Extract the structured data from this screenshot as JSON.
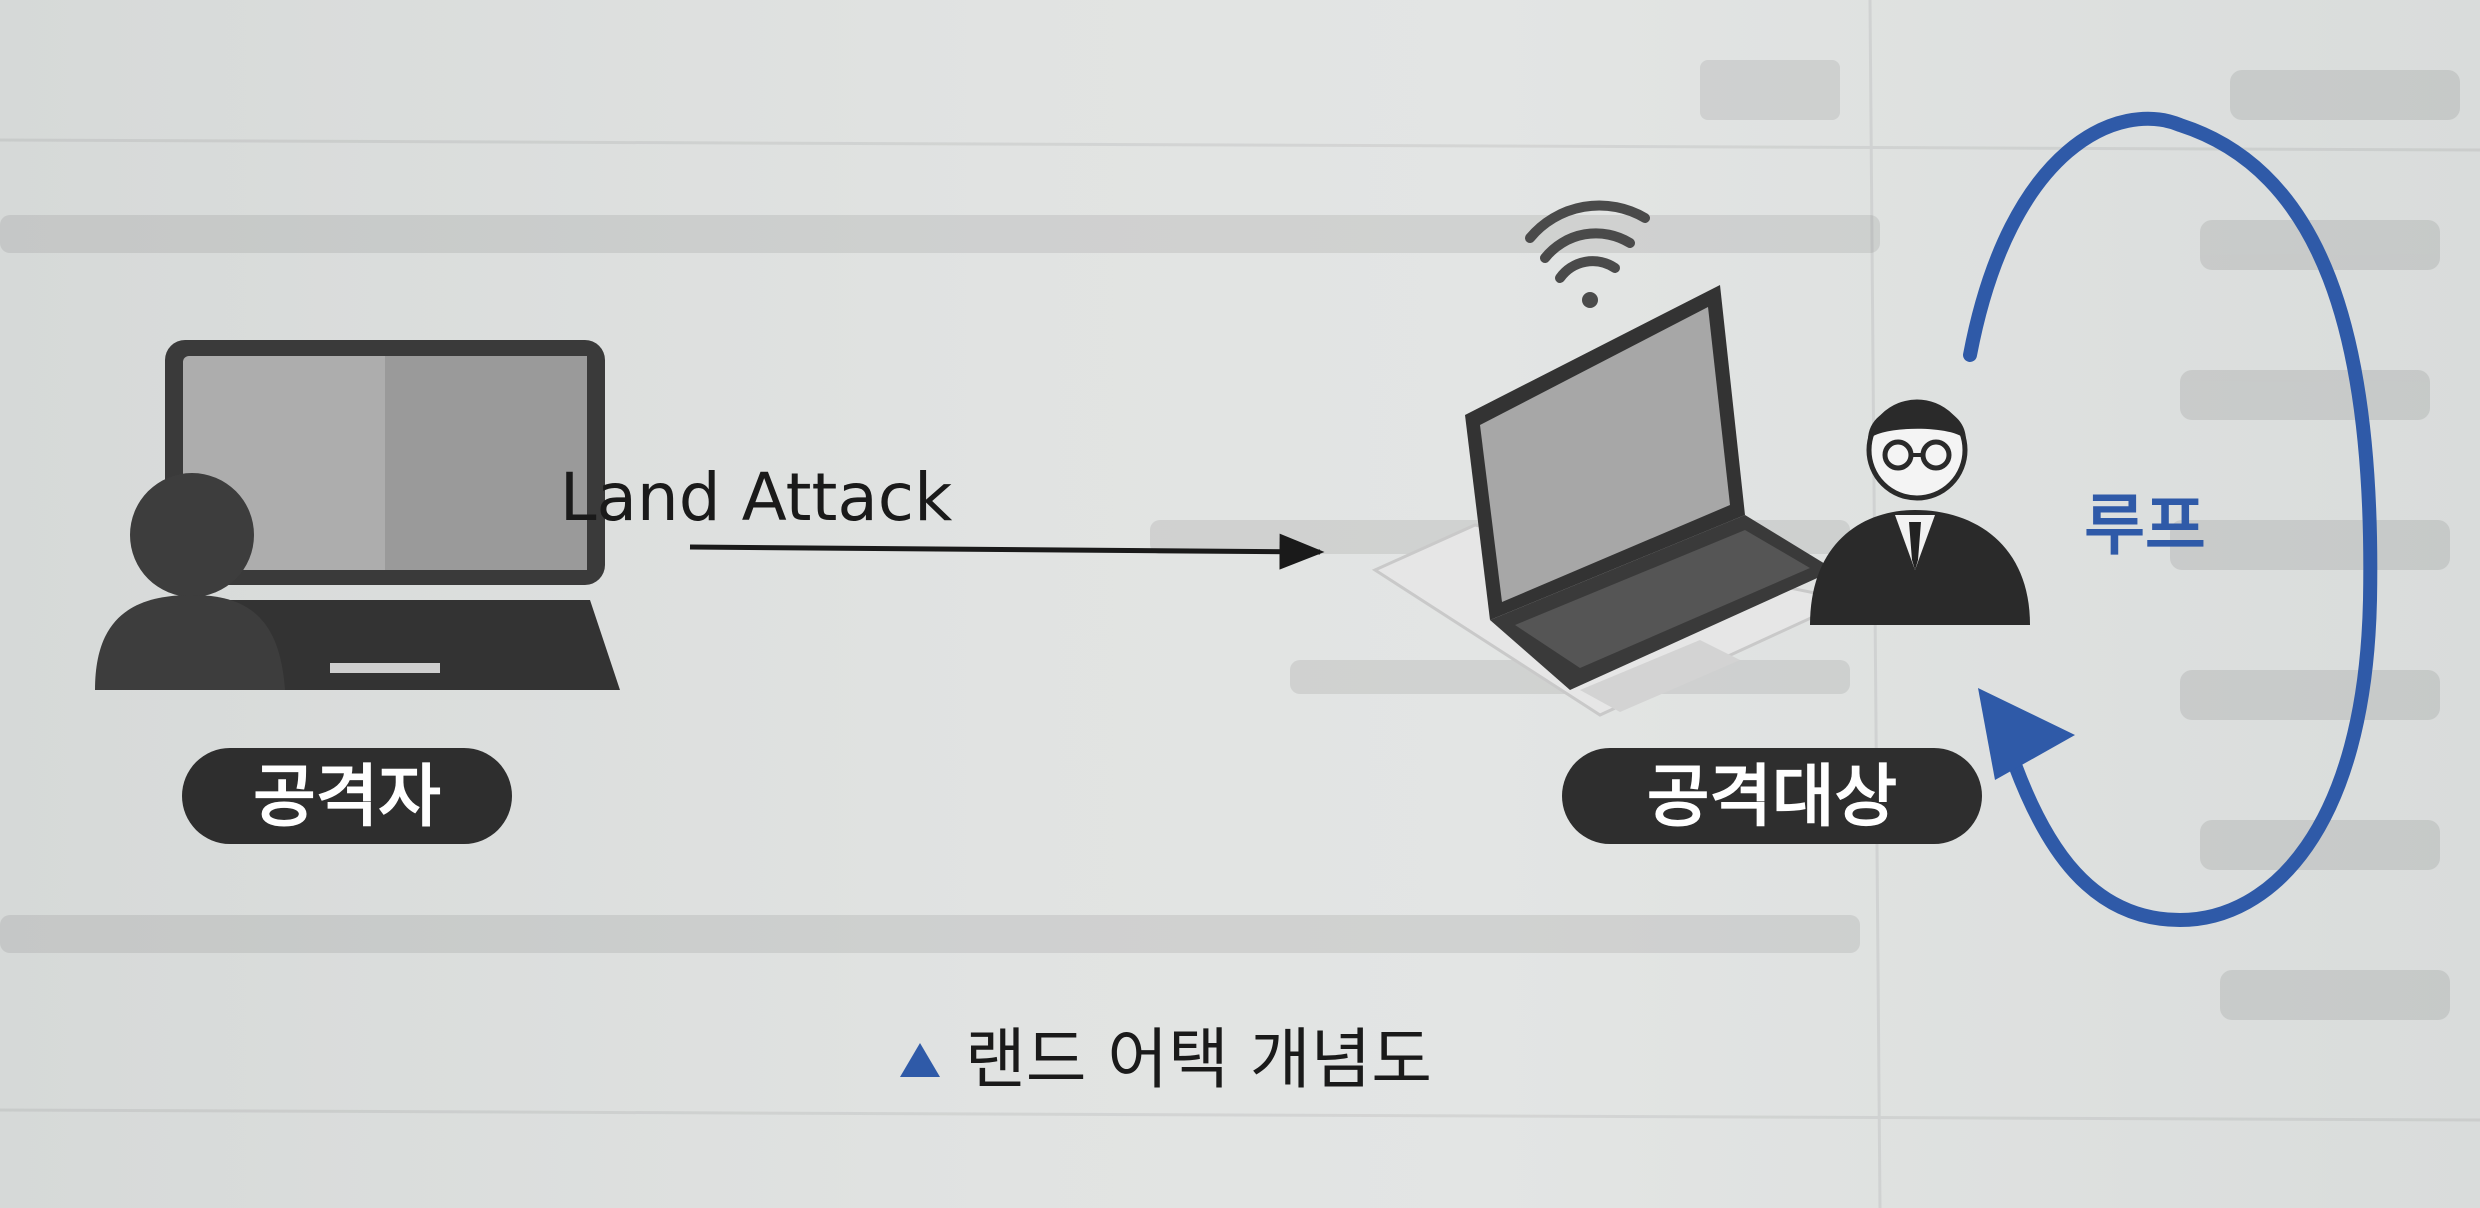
{
  "diagram": {
    "attacker_label": "공격자",
    "target_label": "공격대상",
    "arrow_label": "Land Attack",
    "loop_label": "루프",
    "caption": "랜드 어택 개념도"
  },
  "colors": {
    "accent_blue": "#2f5aa8",
    "label_pill": "#2e2e2e",
    "icon_dark": "#3a3a3a"
  },
  "icons": {
    "attacker": "person-with-monitor-icon",
    "target": "person-with-laptop-icon",
    "wifi": "wifi-icon",
    "caption_marker": "triangle-up-icon"
  }
}
